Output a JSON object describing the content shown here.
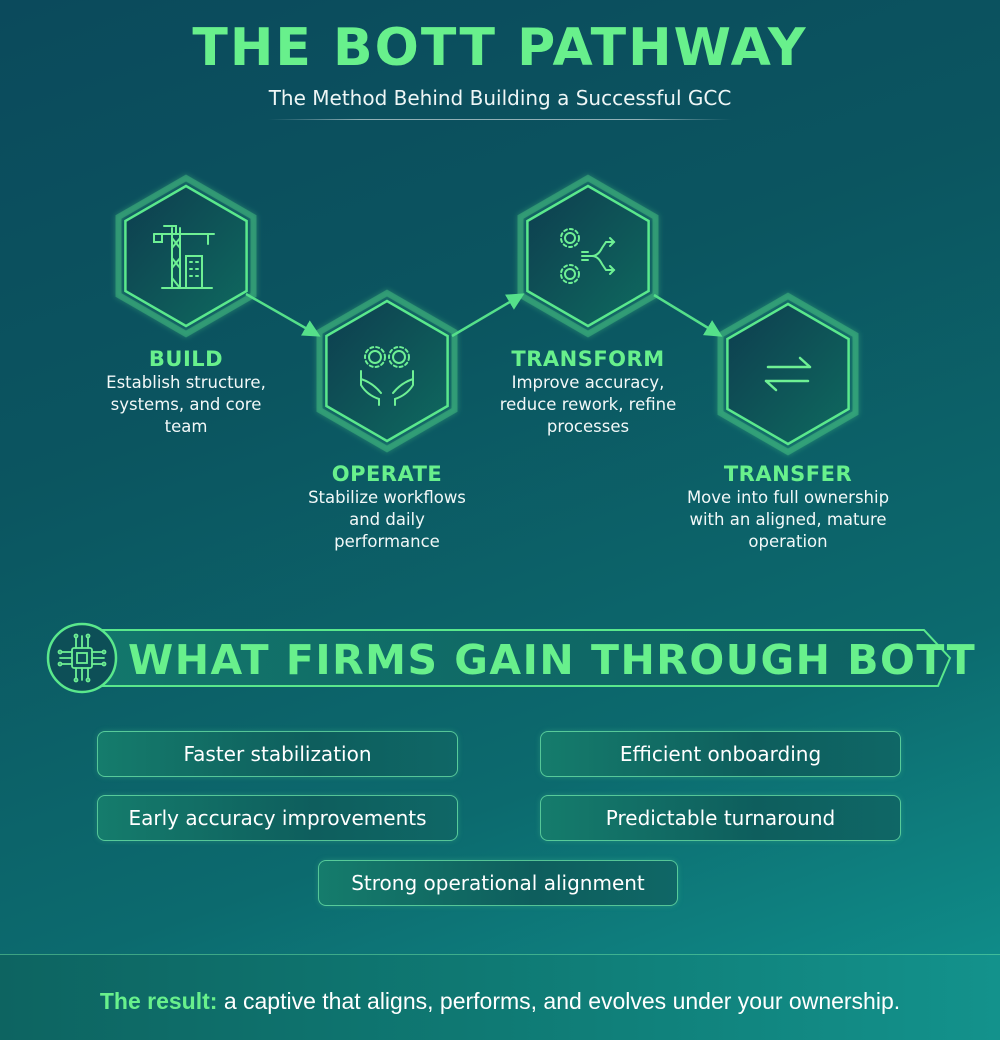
{
  "header": {
    "title": "THE BOTT PATHWAY",
    "subtitle": "The Method Behind Building a Successful GCC"
  },
  "steps": [
    {
      "name": "BUILD",
      "desc": [
        "Establish structure,",
        "systems, and core",
        "team"
      ],
      "icon": "construction-crane-icon"
    },
    {
      "name": "OPERATE",
      "desc": [
        "Stabilize workflows",
        "and daily",
        "performance"
      ],
      "icon": "hands-gears-icon"
    },
    {
      "name": "TRANSFORM",
      "desc": [
        "Improve accuracy,",
        "reduce rework, refine",
        "processes"
      ],
      "icon": "gears-flow-icon"
    },
    {
      "name": "TRANSFER",
      "desc": [
        "Move into full ownership",
        "with an aligned, mature",
        "operation"
      ],
      "icon": "exchange-arrows-icon"
    }
  ],
  "gains": {
    "title": "WHAT FIRMS GAIN THROUGH BOTT",
    "icon": "processor-chip-icon",
    "items": [
      "Faster stabilization",
      "Efficient onboarding",
      "Early accuracy improvements",
      "Predictable turnaround",
      "Strong operational alignment"
    ]
  },
  "footer": {
    "lead": "The result:",
    "text": " a captive that aligns, performs, and evolves under your ownership."
  },
  "colors": {
    "accent_green": "#68f08c",
    "background_dark": "#0b4a5c",
    "background_light": "#10948f"
  }
}
